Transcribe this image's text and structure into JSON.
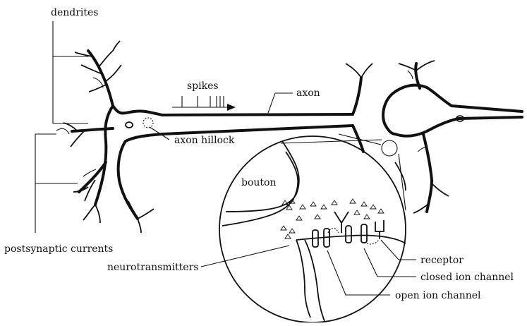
{
  "labels": {
    "dendrites": "dendrites",
    "spikes": "spikes",
    "axon": "axon",
    "axon_hillock": "axon hillock",
    "bouton": "bouton",
    "postsynaptic_currents": "postsynaptic currents",
    "neurotransmitters": "neurotransmitters",
    "receptor": "receptor",
    "closed_ion_channel": "closed ion channel",
    "open_ion_channel": "open ion channel"
  }
}
